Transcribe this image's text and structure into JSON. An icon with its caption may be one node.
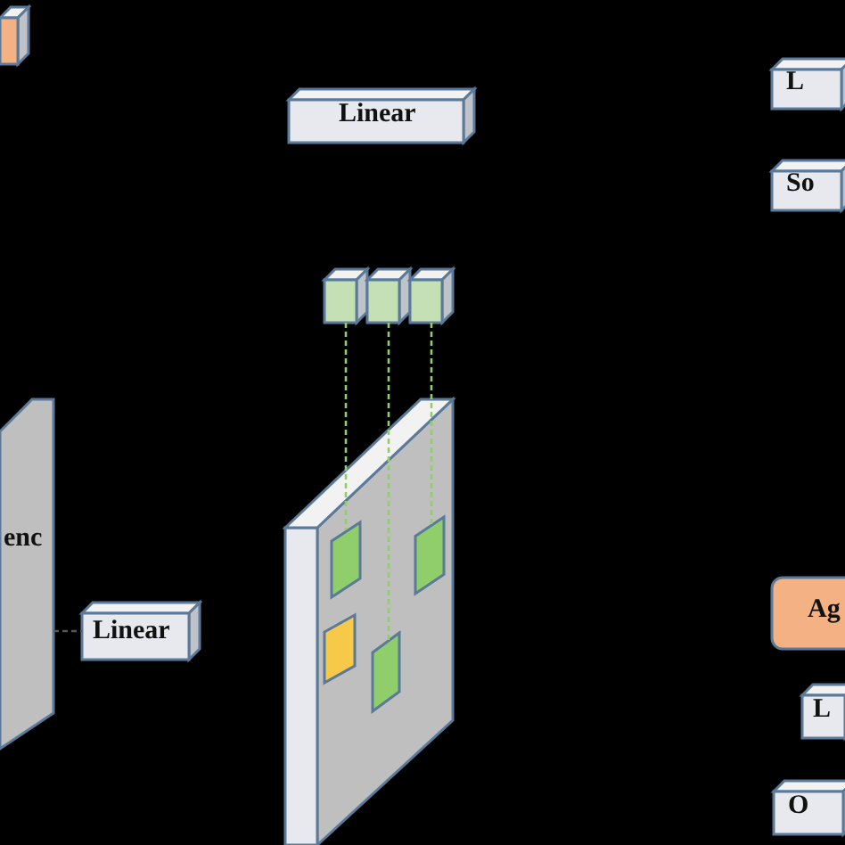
{
  "diagram": {
    "nodes": [
      {
        "text": [],
        "shape": "box"
      },
      {
        "text": [
          "Linear"
        ]
      },
      {
        "text": [
          "L"
        ]
      },
      {
        "text": [
          "So"
        ]
      },
      {
        "text": [],
        "shape": "box"
      },
      {
        "text": [],
        "shape": "box"
      },
      {
        "text": [],
        "shape": "box"
      },
      {
        "text": [
          "enc"
        ]
      },
      {
        "text": [
          "Linear"
        ]
      },
      {
        "text": [],
        "shape": "box"
      },
      {
        "text": [],
        "shape": "box",
        "in": 9
      },
      {
        "text": [],
        "shape": "box",
        "in": 9
      },
      {
        "text": [],
        "shape": "box",
        "in": 9
      },
      {
        "text": [],
        "shape": "box",
        "in": 9
      },
      {
        "text": [
          "Ag"
        ]
      },
      {
        "text": [
          "L"
        ]
      },
      {
        "text": [
          "O"
        ]
      }
    ],
    "edges": [
      {
        "from": 4,
        "to": 10,
        "arrow": "none",
        "style": "dashed"
      },
      {
        "from": 5,
        "to": 13,
        "arrow": "none",
        "style": "dashed"
      },
      {
        "from": 6,
        "to": 11,
        "arrow": "none",
        "style": "dashed"
      },
      {
        "from": 7,
        "to": 8,
        "arrow": "none",
        "style": "dashed",
        "color": "#555555"
      }
    ]
  }
}
